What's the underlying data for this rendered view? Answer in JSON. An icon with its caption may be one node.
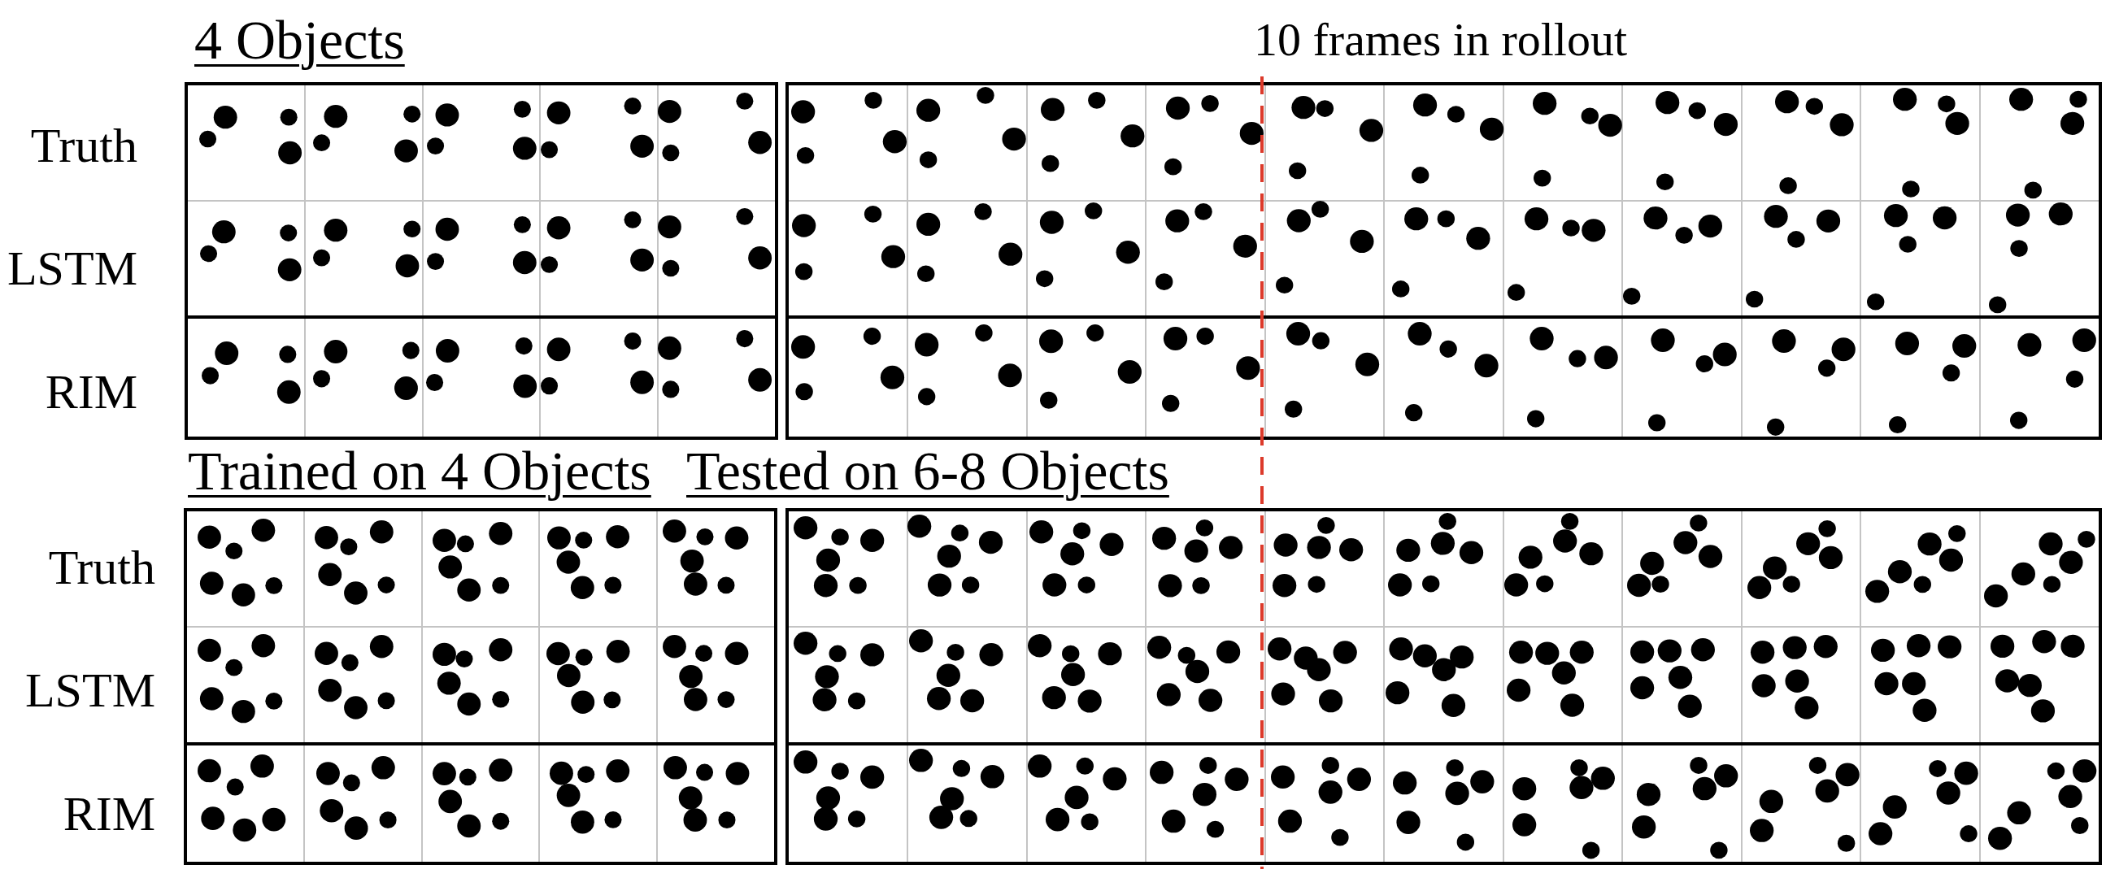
{
  "diagram": {
    "labels": [
      "4 Objects",
      "10 frames in rollout",
      "Truth",
      "LSTM",
      "RIM",
      "Trained on 4 Objects",
      "Tested on 6-8 Objects",
      "Truth",
      "LSTM",
      "RIM"
    ]
  }
}
